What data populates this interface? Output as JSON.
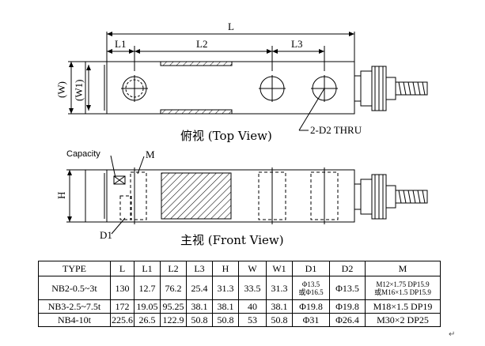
{
  "labels": {
    "L": "L",
    "L1": "L1",
    "L2": "L2",
    "L3": "L3",
    "W": "(W)",
    "W1": "(W1)",
    "H": "H",
    "thru": "2-D2  THRU",
    "top_view": "俯视 (Top View)",
    "front_view": "主视 (Front View)",
    "capacity": "Capacity",
    "M": "M",
    "D1": "D1"
  },
  "table": {
    "headers": [
      "TYPE",
      "L",
      "L1",
      "L2",
      "L3",
      "H",
      "W",
      "W1",
      "D1",
      "D2",
      "M"
    ],
    "rows": [
      {
        "type": "NB2-0.5~3t",
        "L": "130",
        "L1": "12.7",
        "L2": "76.2",
        "L3": "25.4",
        "H": "31.3",
        "W": "33.5",
        "W1": "31.3",
        "D1_a": "Φ13.5",
        "D1_b": "或Φ16.5",
        "D2": "Φ13.5",
        "M_a": "M12×1.75 DP15.9",
        "M_b": "或M16×1.5 DP15.9"
      },
      {
        "type": "NB3-2.5~7.5t",
        "L": "172",
        "L1": "19.05",
        "L2": "95.25",
        "L3": "38.1",
        "H": "38.1",
        "W": "40",
        "W1": "38.1",
        "D1": "Φ19.8",
        "D2": "Φ19.8",
        "M": "M18×1.5 DP19"
      },
      {
        "type": "NB4-10t",
        "L": "225.6",
        "L1": "26.5",
        "L2": "122.9",
        "L3": "50.8",
        "H": "50.8",
        "W": "53",
        "W1": "50.8",
        "D1": "Φ31",
        "D2": "Φ26.4",
        "M": "M30×2 DP25"
      }
    ]
  },
  "paragraph_mark": "↵"
}
